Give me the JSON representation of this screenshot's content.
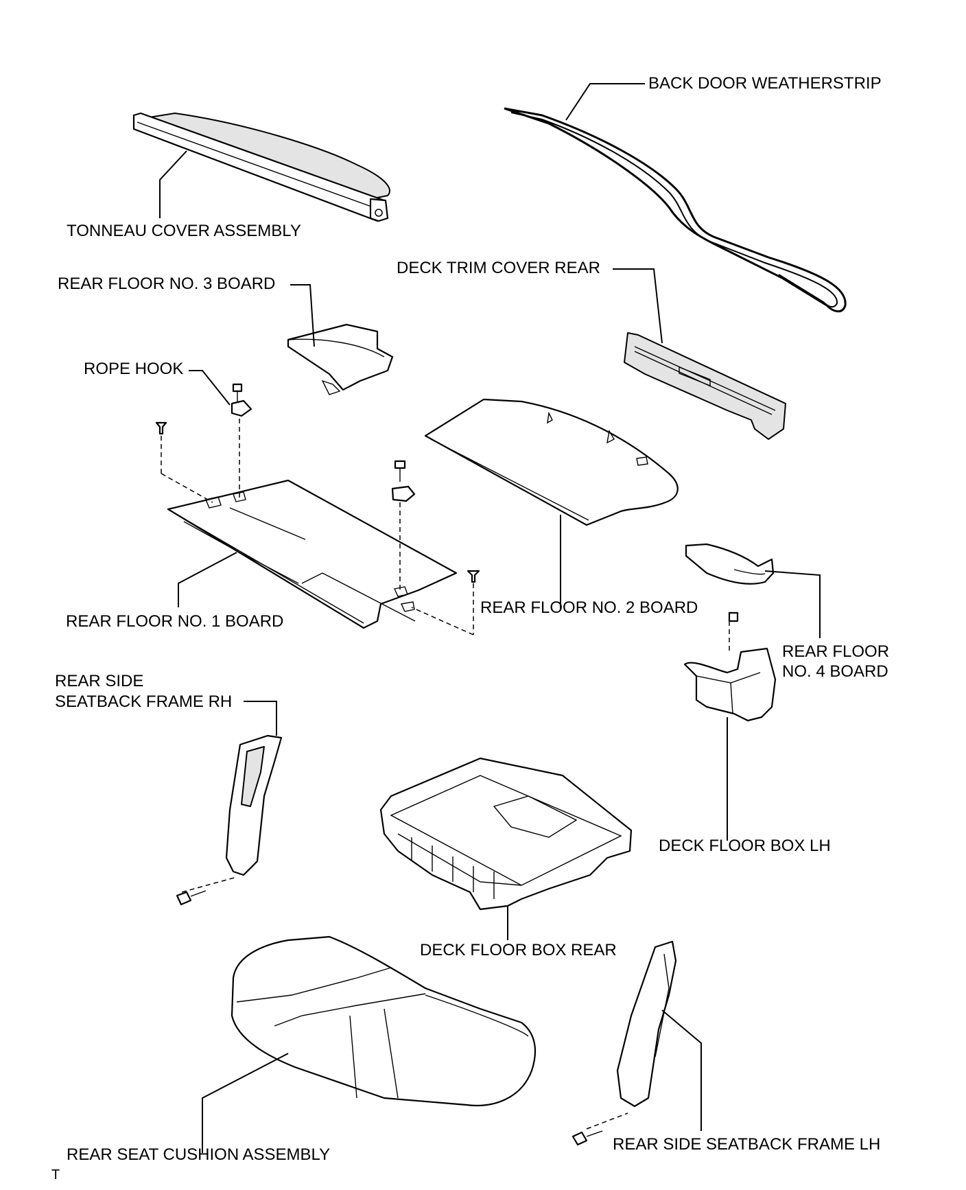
{
  "labels": {
    "back_door_weatherstrip": "BACK DOOR WEATHERSTRIP",
    "tonneau_cover_assembly": "TONNEAU COVER ASSEMBLY",
    "deck_trim_cover_rear": "DECK TRIM COVER REAR",
    "rear_floor_no3_board": "REAR FLOOR NO. 3 BOARD",
    "rope_hook": "ROPE HOOK",
    "rear_floor_no2_board": "REAR FLOOR NO. 2 BOARD",
    "rear_floor_no1_board": "REAR FLOOR NO. 1 BOARD",
    "rear_floor_no4_board_line1": "REAR FLOOR",
    "rear_floor_no4_board_line2": "NO. 4 BOARD",
    "rear_side_seatback_frame_rh_line1": "REAR SIDE",
    "rear_side_seatback_frame_rh_line2": "SEATBACK FRAME RH",
    "deck_floor_box_lh": "DECK FLOOR BOX LH",
    "deck_floor_box_rear": "DECK FLOOR BOX REAR",
    "rear_seat_cushion_assembly": "REAR SEAT CUSHION ASSEMBLY",
    "rear_side_seatback_frame_lh": "REAR SIDE SEATBACK FRAME LH",
    "corner_mark": "T"
  }
}
